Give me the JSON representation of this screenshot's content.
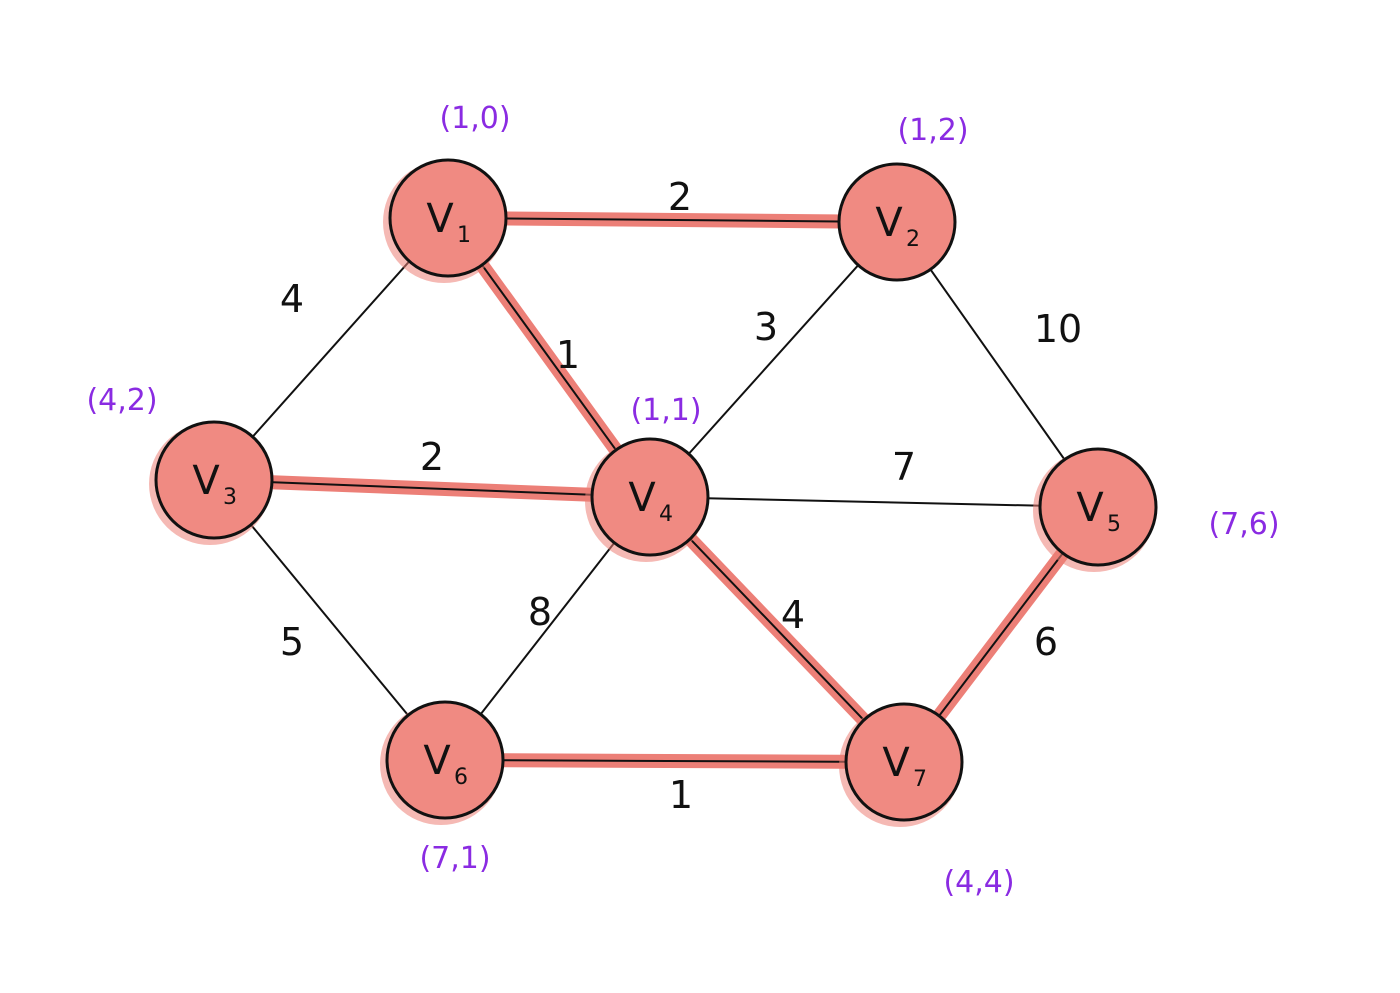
{
  "graph": {
    "nodes": [
      {
        "id": "V1",
        "label": "V",
        "sub": "1",
        "coord": "(1,0)"
      },
      {
        "id": "V2",
        "label": "V",
        "sub": "2",
        "coord": "(1,2)"
      },
      {
        "id": "V3",
        "label": "V",
        "sub": "3",
        "coord": "(4,2)"
      },
      {
        "id": "V4",
        "label": "V",
        "sub": "4",
        "coord": "(1,1)"
      },
      {
        "id": "V5",
        "label": "V",
        "sub": "5",
        "coord": "(7,6)"
      },
      {
        "id": "V6",
        "label": "V",
        "sub": "6",
        "coord": "(7,1)"
      },
      {
        "id": "V7",
        "label": "V",
        "sub": "7",
        "coord": "(4,4)"
      }
    ],
    "edges": [
      {
        "from": "V1",
        "to": "V2",
        "weight": "2",
        "highlighted": true
      },
      {
        "from": "V1",
        "to": "V3",
        "weight": "4",
        "highlighted": false
      },
      {
        "from": "V1",
        "to": "V4",
        "weight": "1",
        "highlighted": true
      },
      {
        "from": "V2",
        "to": "V4",
        "weight": "3",
        "highlighted": false
      },
      {
        "from": "V2",
        "to": "V5",
        "weight": "10",
        "highlighted": false
      },
      {
        "from": "V3",
        "to": "V4",
        "weight": "2",
        "highlighted": true
      },
      {
        "from": "V3",
        "to": "V6",
        "weight": "5",
        "highlighted": false
      },
      {
        "from": "V4",
        "to": "V5",
        "weight": "7",
        "highlighted": false
      },
      {
        "from": "V4",
        "to": "V6",
        "weight": "8",
        "highlighted": false
      },
      {
        "from": "V4",
        "to": "V7",
        "weight": "4",
        "highlighted": true
      },
      {
        "from": "V5",
        "to": "V7",
        "weight": "6",
        "highlighted": true
      },
      {
        "from": "V6",
        "to": "V7",
        "weight": "1",
        "highlighted": true
      }
    ]
  },
  "colors": {
    "node_fill": "#f08a82",
    "highlight": "#ec7f77",
    "coord_text": "#8a2be2",
    "ink": "#111111"
  }
}
